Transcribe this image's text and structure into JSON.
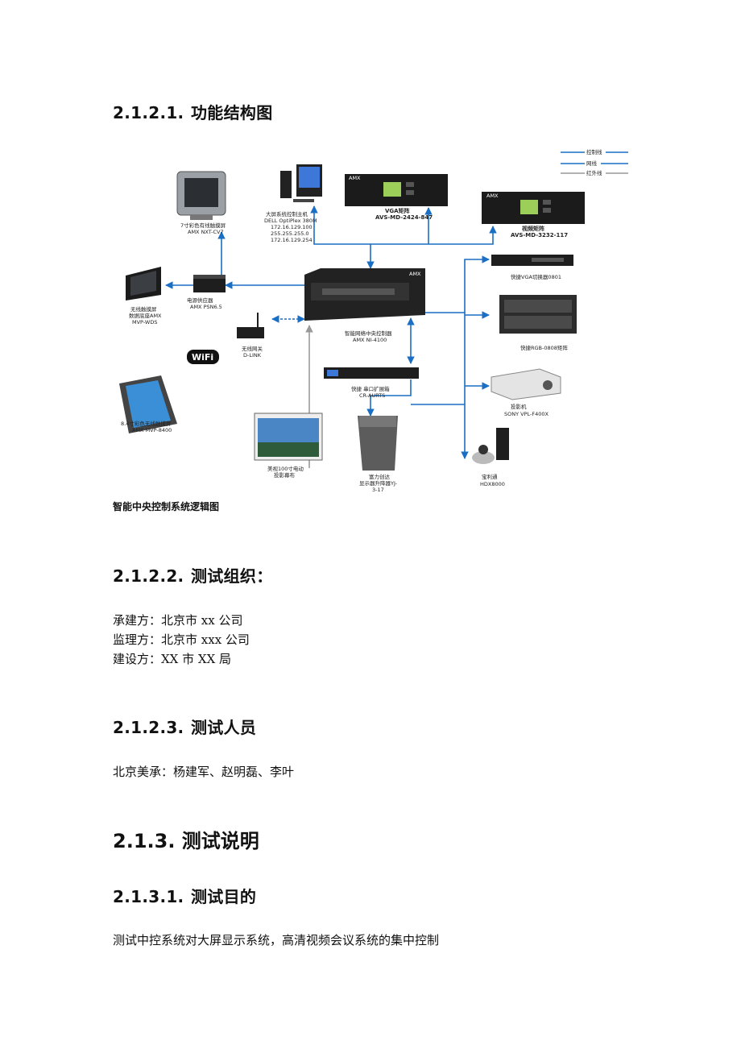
{
  "sections": {
    "s1": {
      "num": "2.1.2.1.",
      "title": "功能结构图"
    },
    "s2": {
      "num": "2.1.2.2.",
      "title": "测试组织："
    },
    "s3": {
      "num": "2.1.2.3.",
      "title": "测试人员"
    },
    "s4": {
      "title": "2.1.3. 测试说明"
    },
    "s5": {
      "num": "2.1.3.1.",
      "title": "测试目的"
    }
  },
  "diagram": {
    "caption": "智能中央控制系统逻辑图",
    "legend": {
      "control": "控制线",
      "network": "网线",
      "infrared": "红外线"
    },
    "labels": {
      "cv7_1": "7寸彩色有线触摸屏",
      "cv7_2": "AMX NXT-CV7",
      "host_1": "大屏系统控制主机",
      "host_2": "DELL OptiPlex 380M",
      "host_3": "172.16.129.100",
      "host_4": "255.255.255.0",
      "host_5": "172.16.129.254",
      "vga_1": "VGA矩阵",
      "vga_2": "AVS-MD-2424-847",
      "vid_1": "视频矩阵",
      "vid_2": "AVS-MD-3232-117",
      "psu_1": "电源供应器",
      "psu_2": "AMX PSN6.5",
      "mvp_1": "无线触摸屏",
      "mvp_2": "数据底座AMX",
      "mvp_3": "MVP-WDS",
      "ap_1": "无线网关",
      "ap_2": "D-LINK",
      "nic_1": "智能网络中央控制器",
      "nic_2": "AMX NI-4100",
      "sw0801": "快捷VGA切换器0801",
      "rgb0808": "快捷RGB-0808矩阵",
      "proj_1": "投影机",
      "proj_2": "SONY VPL-F400X",
      "ext_1": "快捷 串口扩展箱",
      "ext_2": "CR-AURTS",
      "mvp8400_1": "8.4寸彩色无线触摸屏",
      "mvp8400_2": "AMX MVP-8400",
      "screen_1": "美视100寸电动",
      "screen_2": "投影幕布",
      "lift_1": "富力创达",
      "lift_2": "显示器升降器YJ-",
      "lift_3": "3-17",
      "hdx_1": "宝利通",
      "hdx_2": "HDX8000",
      "wifi": "WiFi",
      "amx": "AMX"
    }
  },
  "org": {
    "line1": "承建方：北京市 xx 公司",
    "line2": "监理方：北京市 xxx 公司",
    "line3": "建设方：XX 市 XX 局"
  },
  "staff": {
    "line1": "北京美承：杨建军、赵明磊、李叶"
  },
  "purpose": {
    "line1": "测试中控系统对大屏显示系统，高清视频会议系统的集中控制"
  },
  "colors": {
    "control_line": "#1a6fc4",
    "network_line": "#1a6fc4",
    "infrared_line": "#999999"
  }
}
